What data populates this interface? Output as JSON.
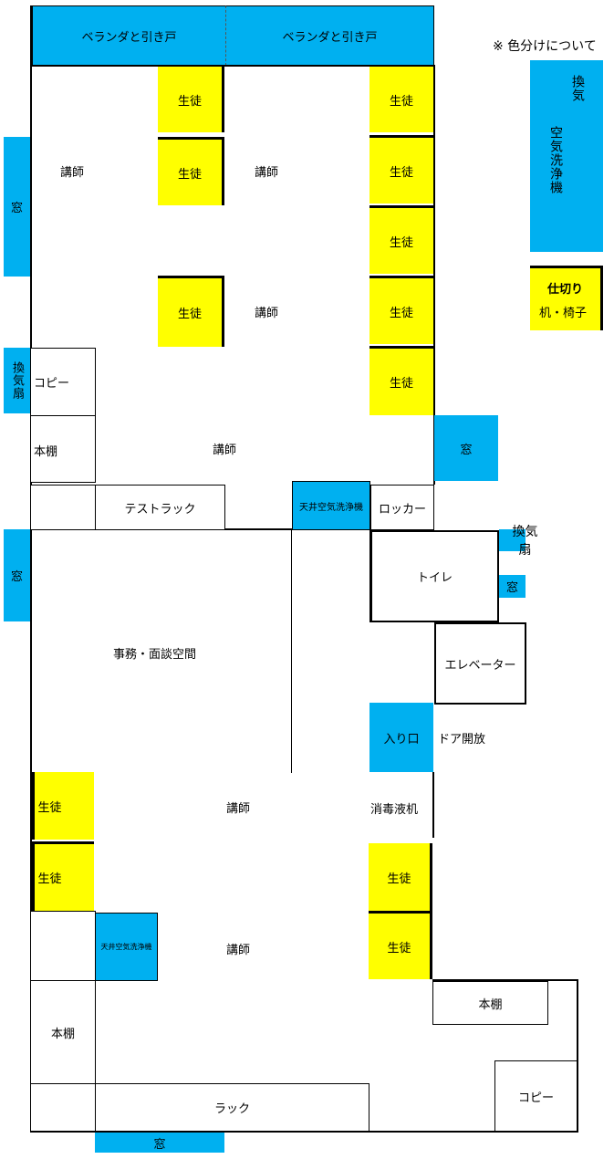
{
  "veranda": [
    "ベランダと引き戸",
    "ベランダと引き戸"
  ],
  "legend": {
    "title": "※ 色分けについて",
    "ventilation": "換気",
    "air_purifier": "空気洗浄機",
    "partition": "仕切り",
    "desk_chair": "机・椅子"
  },
  "labels": {
    "student": "生徒",
    "teacher": "講師",
    "window": "窓",
    "fan": "換気扇",
    "copy": "コピー",
    "bookshelf": "本棚",
    "test_rack": "テストラック",
    "ceiling_purifier": "天井空気洗浄機",
    "locker": "ロッカー",
    "toilet": "トイレ",
    "office": "事務・面談空間",
    "elevator": "エレベーター",
    "entrance": "入り口",
    "door_open": "ドア開放",
    "disinfectant_desk": "消毒液机",
    "rack": "ラック"
  },
  "colors": {
    "ventilation": "#00b0f0",
    "desk": "#ffff00",
    "partition": "#000000"
  }
}
